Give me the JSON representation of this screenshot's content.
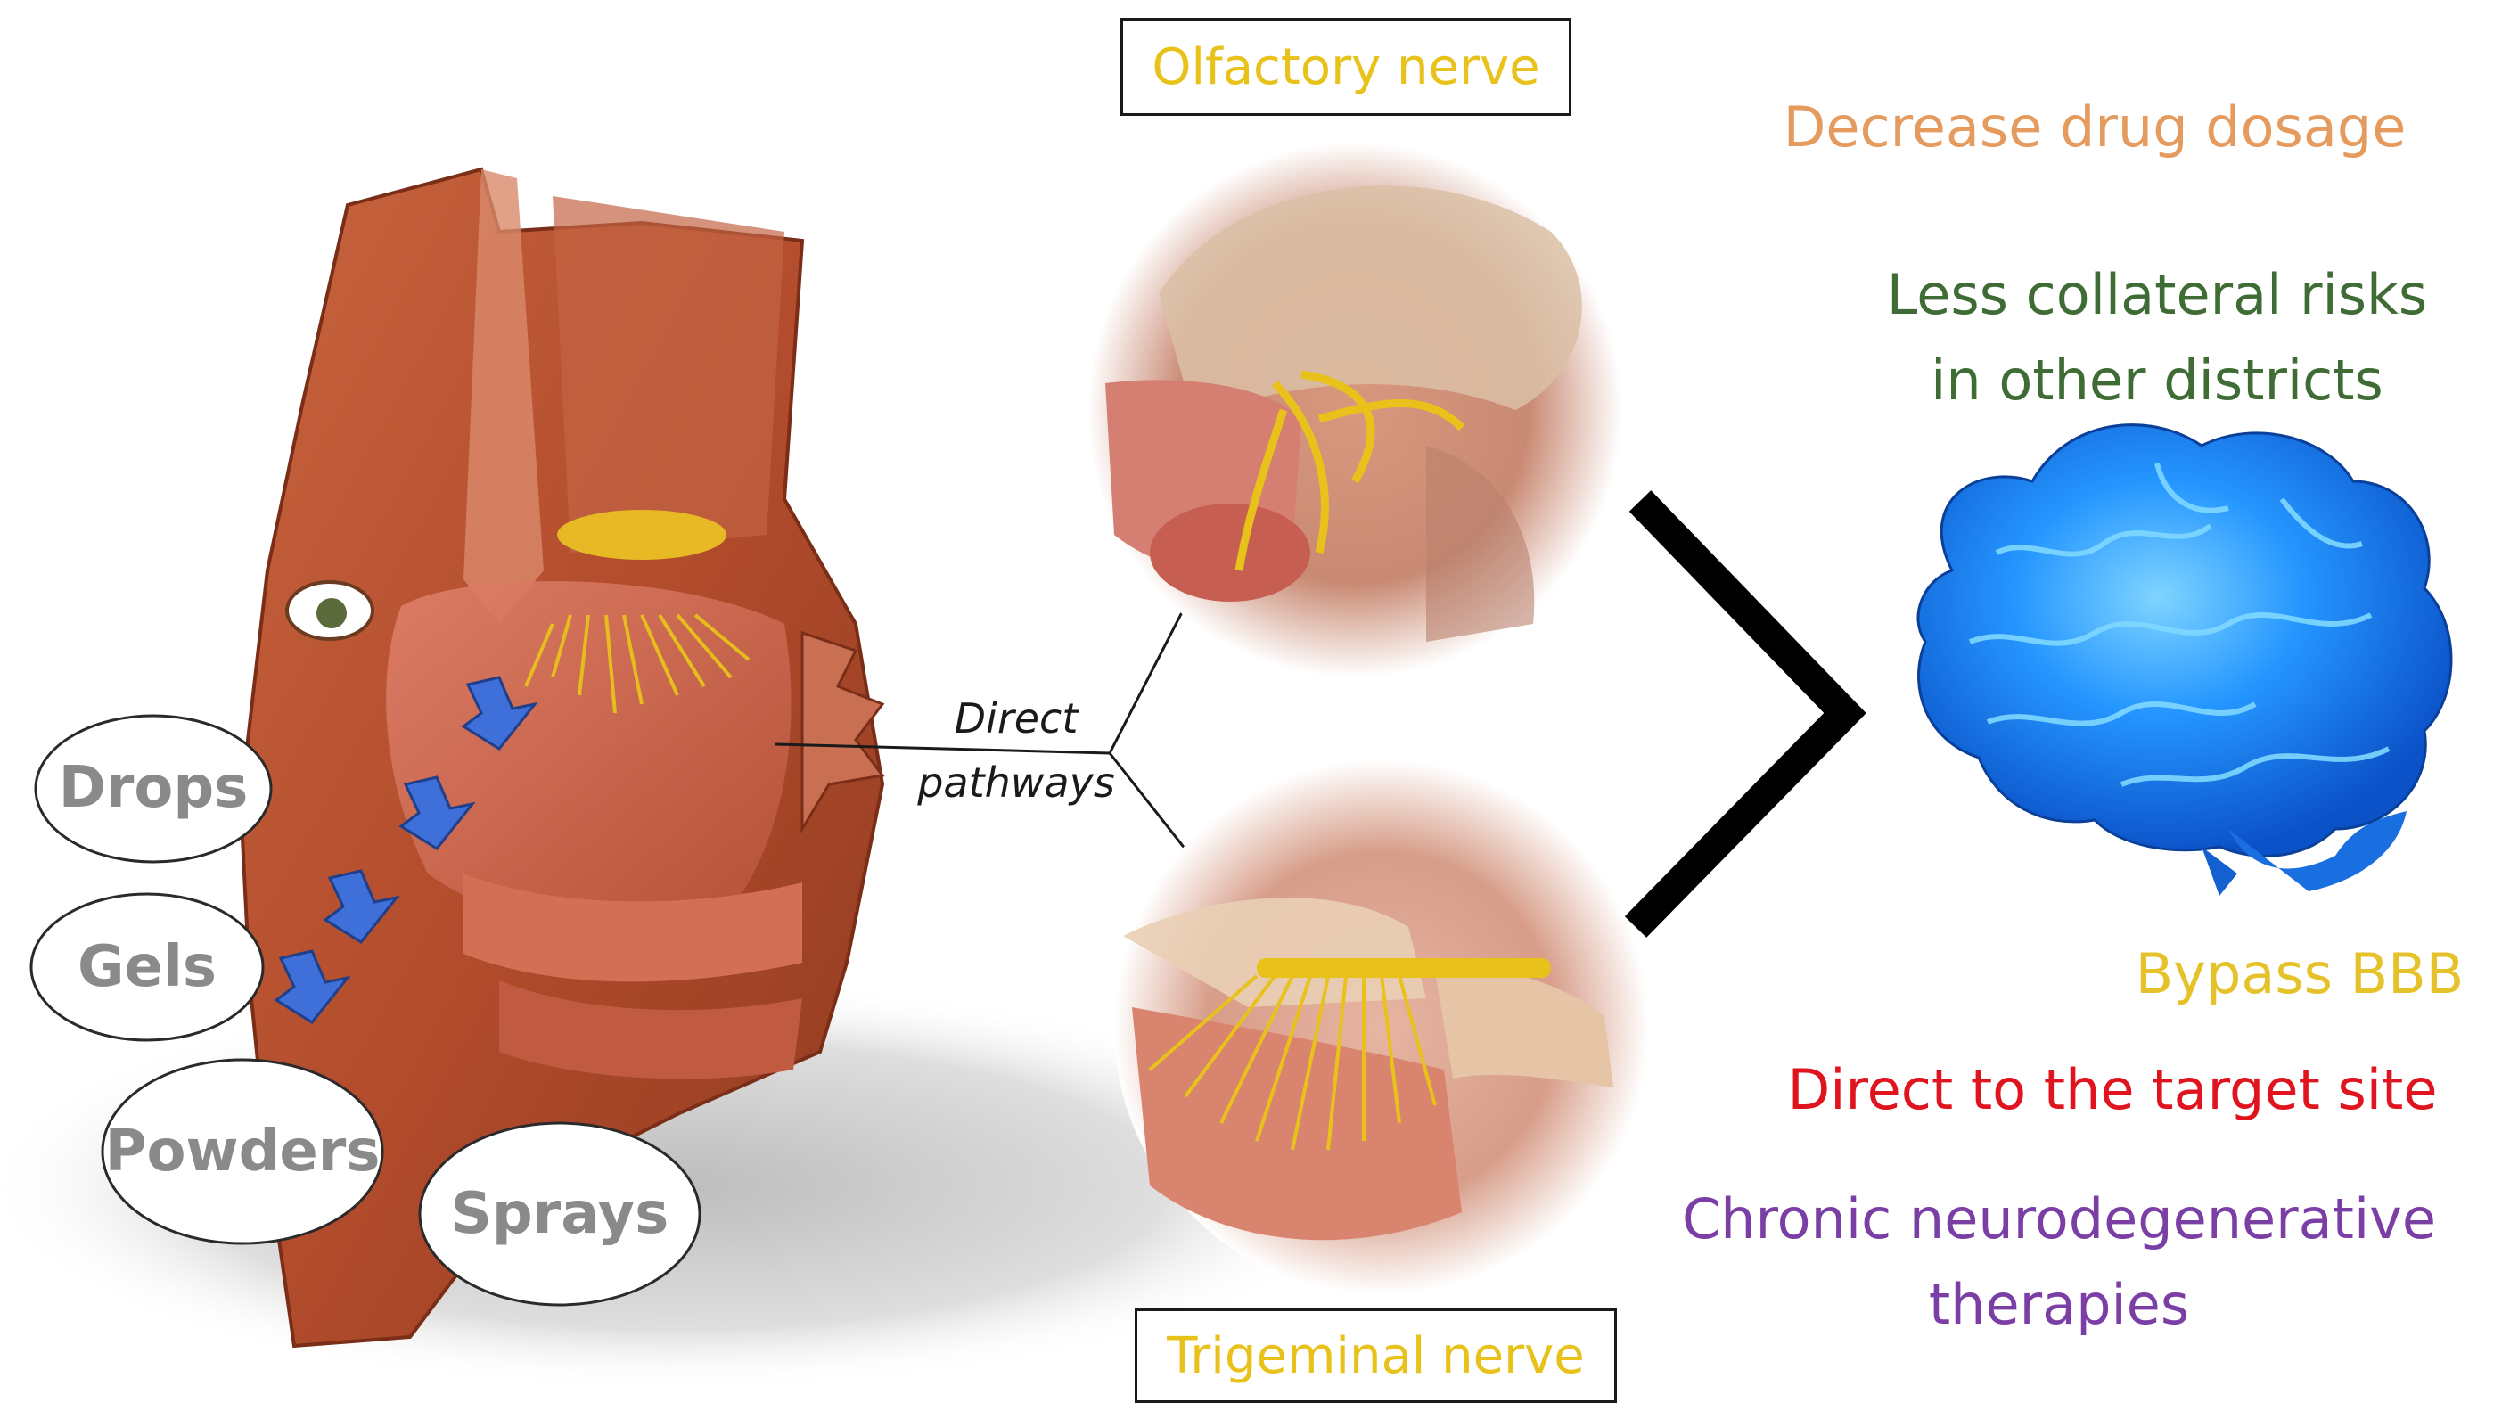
{
  "delivery_forms": {
    "drops": "Drops",
    "gels": "Gels",
    "powders": "Powders",
    "sprays": "Sprays"
  },
  "pathways": {
    "line1": "Direct",
    "line2": "pathways"
  },
  "nerves": {
    "olfactory": "Olfactory nerve",
    "trigeminal": "Trigeminal nerve"
  },
  "benefits": {
    "dosage": "Decrease drug dosage",
    "collateral_line1": "Less collateral risks",
    "collateral_line2": "in other districts",
    "bbb": "Bypass BBB",
    "target": "Direct to the target site",
    "chronic_line1": "Chronic neurodegenerative",
    "chronic_line2": "therapies"
  },
  "colors": {
    "dosage": "#e59a5e",
    "collateral": "#3f6b34",
    "bbb": "#e6c22a",
    "target": "#e0141e",
    "chronic": "#7a3ea5",
    "nerve_label": "#e8c21b",
    "brain": "#1e7bf0",
    "arrow": "#3f6fd8"
  },
  "icons": {
    "head": "nasal-cavity-anatomy-illustration",
    "olfactory": "olfactory-nerve-illustration",
    "trigeminal": "trigeminal-nerve-illustration",
    "brain": "brain-icon",
    "chevron": "chevron-right-icon"
  }
}
